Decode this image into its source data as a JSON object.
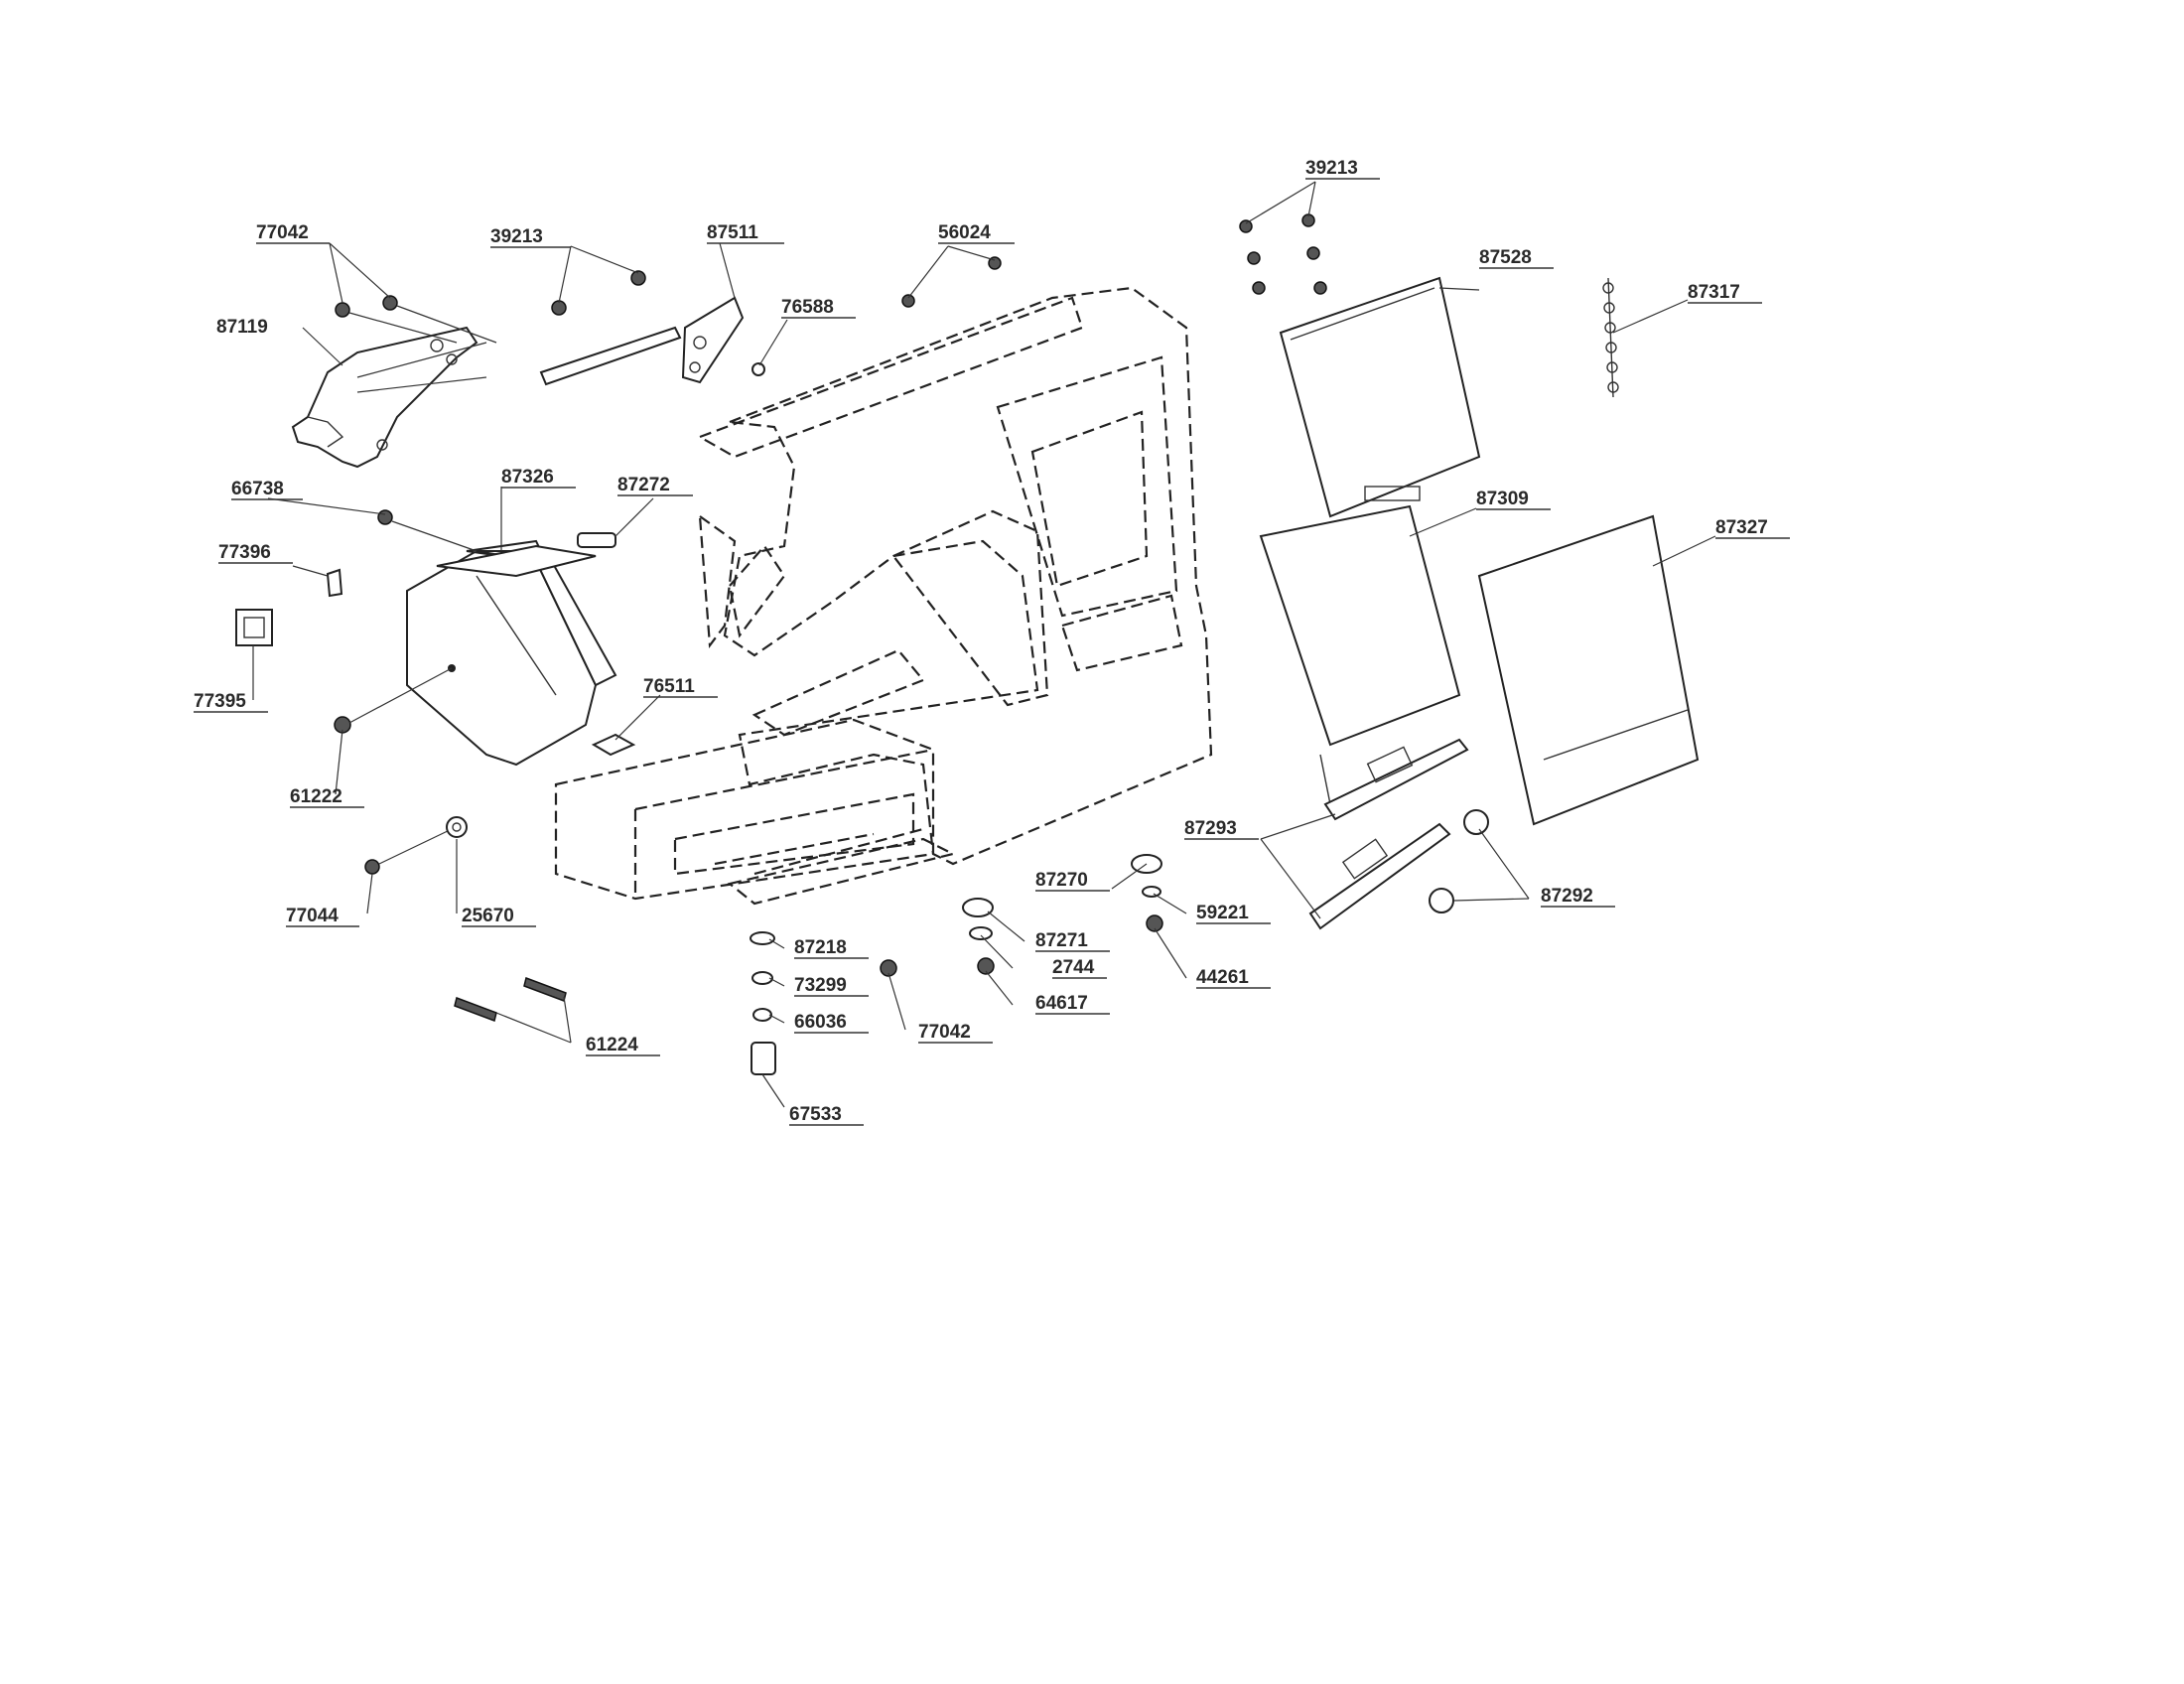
{
  "labels": [
    {
      "id": "77042-top",
      "text": "77042"
    },
    {
      "id": "87119",
      "text": "87119"
    },
    {
      "id": "39213-left",
      "text": "39213"
    },
    {
      "id": "87511",
      "text": "87511"
    },
    {
      "id": "76588",
      "text": "76588"
    },
    {
      "id": "56024",
      "text": "56024"
    },
    {
      "id": "39213-right",
      "text": "39213"
    },
    {
      "id": "87528",
      "text": "87528"
    },
    {
      "id": "87317",
      "text": "87317"
    },
    {
      "id": "66738",
      "text": "66738"
    },
    {
      "id": "87326",
      "text": "87326"
    },
    {
      "id": "87272",
      "text": "87272"
    },
    {
      "id": "77396",
      "text": "77396"
    },
    {
      "id": "77395",
      "text": "77395"
    },
    {
      "id": "61222",
      "text": "61222"
    },
    {
      "id": "76511",
      "text": "76511"
    },
    {
      "id": "87309",
      "text": "87309"
    },
    {
      "id": "87327",
      "text": "87327"
    },
    {
      "id": "77044",
      "text": "77044"
    },
    {
      "id": "25670",
      "text": "25670"
    },
    {
      "id": "87293",
      "text": "87293"
    },
    {
      "id": "87292",
      "text": "87292"
    },
    {
      "id": "87270",
      "text": "87270"
    },
    {
      "id": "59221",
      "text": "59221"
    },
    {
      "id": "87271",
      "text": "87271"
    },
    {
      "id": "2744",
      "text": "2744"
    },
    {
      "id": "44261",
      "text": "44261"
    },
    {
      "id": "64617",
      "text": "64617"
    },
    {
      "id": "87218",
      "text": "87218"
    },
    {
      "id": "73299",
      "text": "73299"
    },
    {
      "id": "77042-bottom",
      "text": "77042"
    },
    {
      "id": "66036",
      "text": "66036"
    },
    {
      "id": "61224",
      "text": "61224"
    },
    {
      "id": "67533",
      "text": "67533"
    }
  ]
}
